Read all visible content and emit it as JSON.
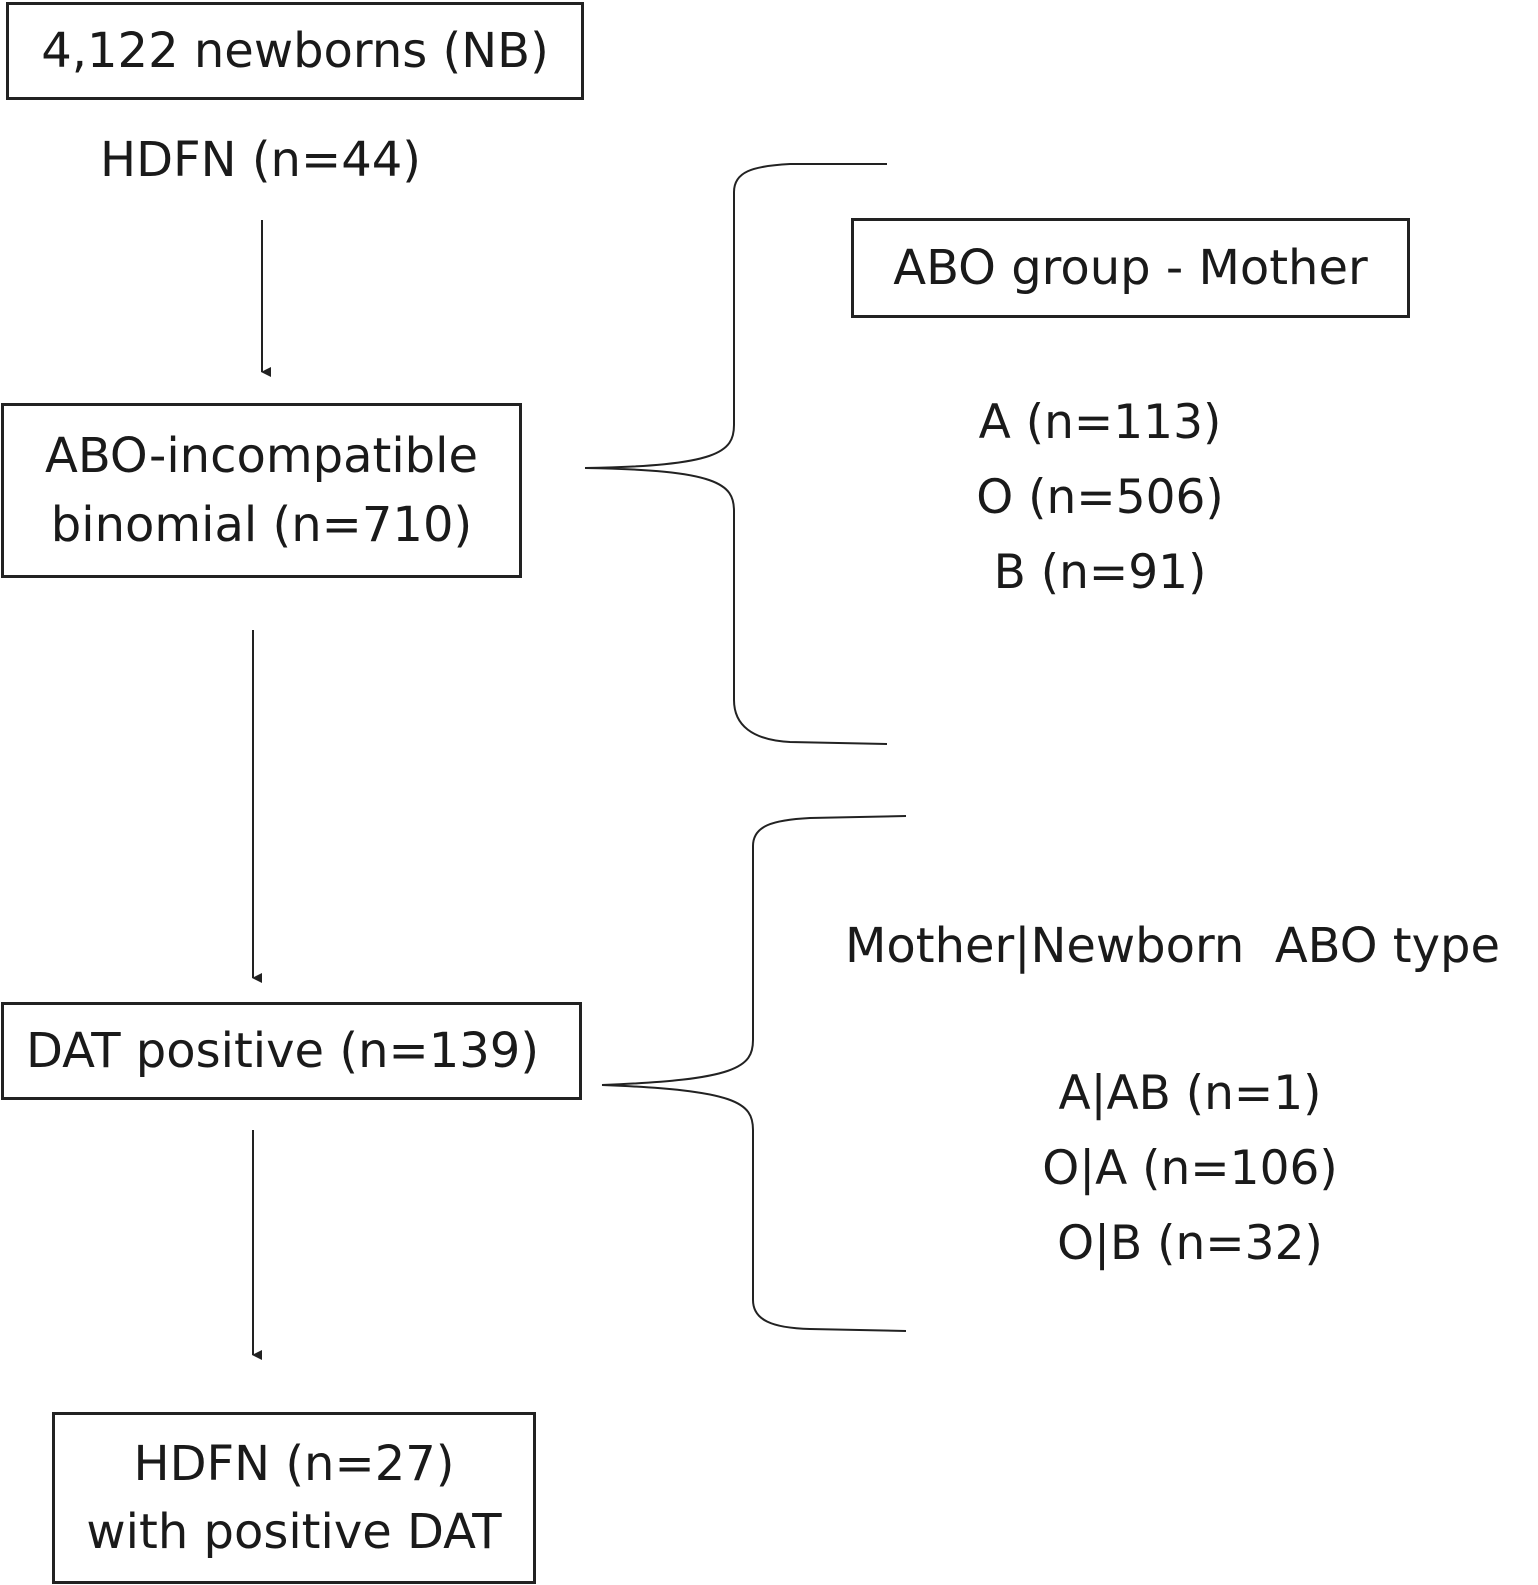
{
  "flow": {
    "total": "4,122 newborns (NB)",
    "hdfn_total": "HDFN (n=44)",
    "abo_incompatible": {
      "line1": "ABO-incompatible",
      "line2": "binomial (n=710)"
    },
    "dat_positive": "DAT positive (n=139)",
    "hdfn_dat": {
      "line1": "HDFN (n=27)",
      "line2": "with positive DAT"
    }
  },
  "mother_group": {
    "title": "ABO group - Mother",
    "items": [
      "A (n=113)",
      "O (n=506)",
      "B (n=91)"
    ]
  },
  "pair_type": {
    "title": "Mother|Newborn  ABO type",
    "items": [
      "A|AB (n=1)",
      "O|A (n=106)",
      "O|B (n=32)"
    ]
  }
}
